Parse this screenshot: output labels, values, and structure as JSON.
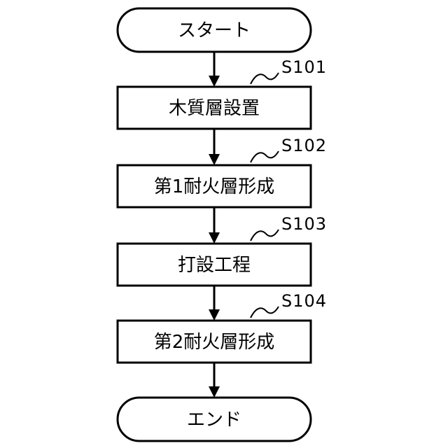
{
  "flowchart": {
    "start": {
      "label": "スタート"
    },
    "end": {
      "label": "エンド"
    },
    "steps": [
      {
        "id": "S101",
        "label": "木質層設置"
      },
      {
        "id": "S102",
        "label": "第1耐火層形成"
      },
      {
        "id": "S103",
        "label": "打設工程"
      },
      {
        "id": "S104",
        "label": "第2耐火層形成"
      }
    ]
  }
}
